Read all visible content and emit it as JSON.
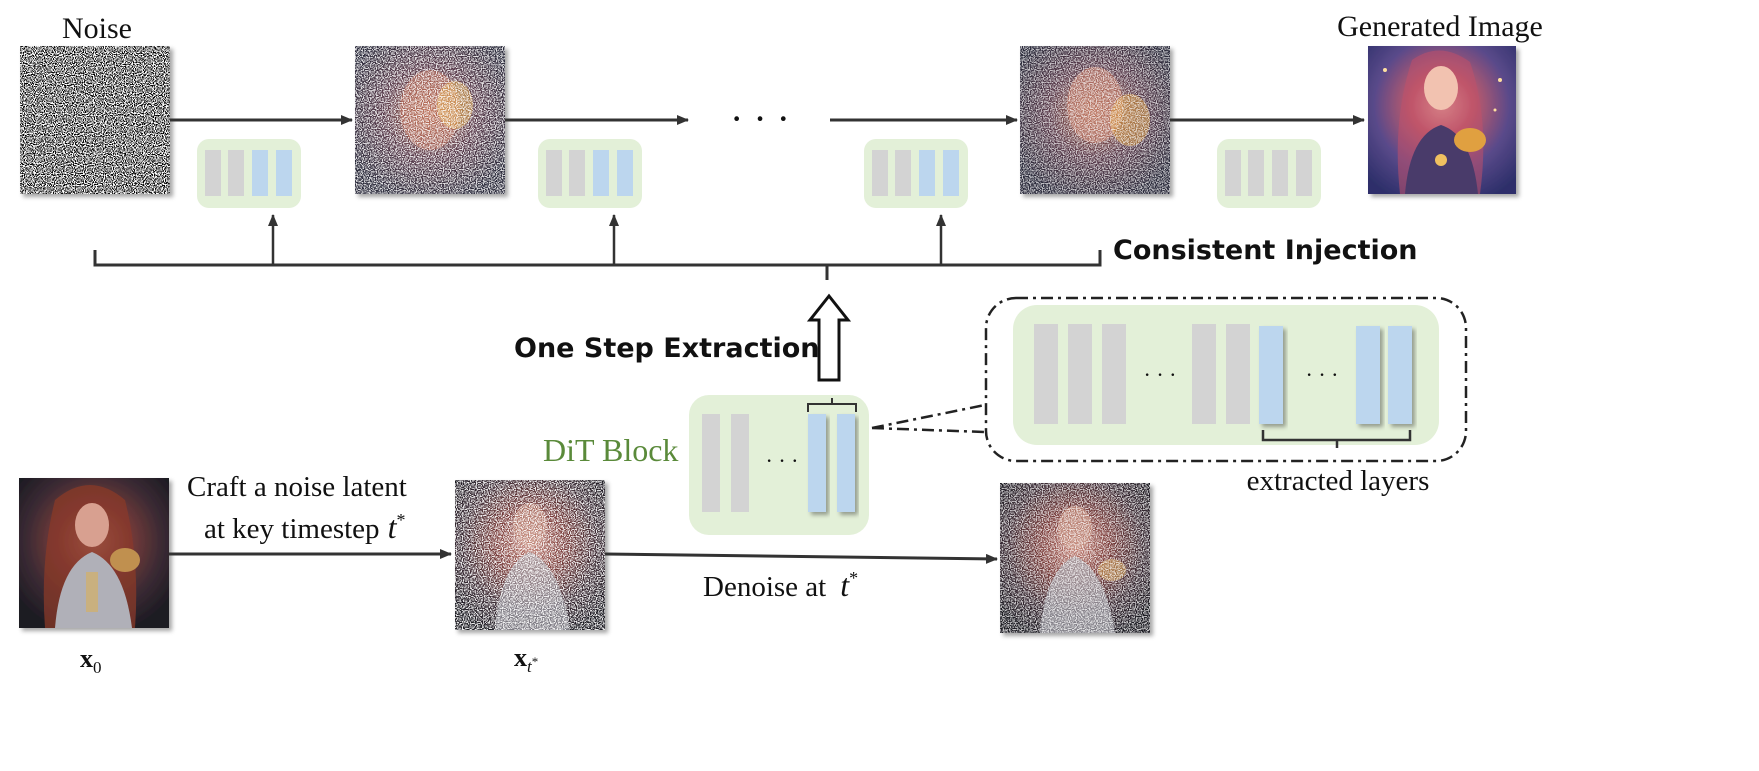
{
  "labels": {
    "noise": "Noise",
    "generated_image": "Generated Image",
    "consistent_injection": "Consistent Injection",
    "one_step_extraction": "One Step Extraction",
    "dit_block": "DiT Block",
    "extracted_layers": "extracted layers",
    "craft_line1": "Craft a noise latent",
    "craft_line2": "at key timestep",
    "t_star": "t",
    "star": "*",
    "denoise": "Denoise at",
    "x0_base": "x",
    "x0_sub": "0",
    "xt_base": "x",
    "xt_sub": "t",
    "xt_sup": "*",
    "dots": "· · ·",
    "small_dots": "· · ·"
  },
  "images": {
    "noise": "pure-noise-image",
    "step1": "partially-denoised-image",
    "step_n": "nearly-denoised-image",
    "generated": "generated-image-woman-in-armor",
    "source": "source-image-woman-in-armor",
    "noisy_latent": "noisy-latent-image",
    "denoised_latent": "denoised-latent-image"
  },
  "colors": {
    "panel_green": "#e3f0d8",
    "layer_gray": "#d3d3d3",
    "layer_blue": "#bcd6ee",
    "dit_label_green": "#5a8a3a"
  }
}
